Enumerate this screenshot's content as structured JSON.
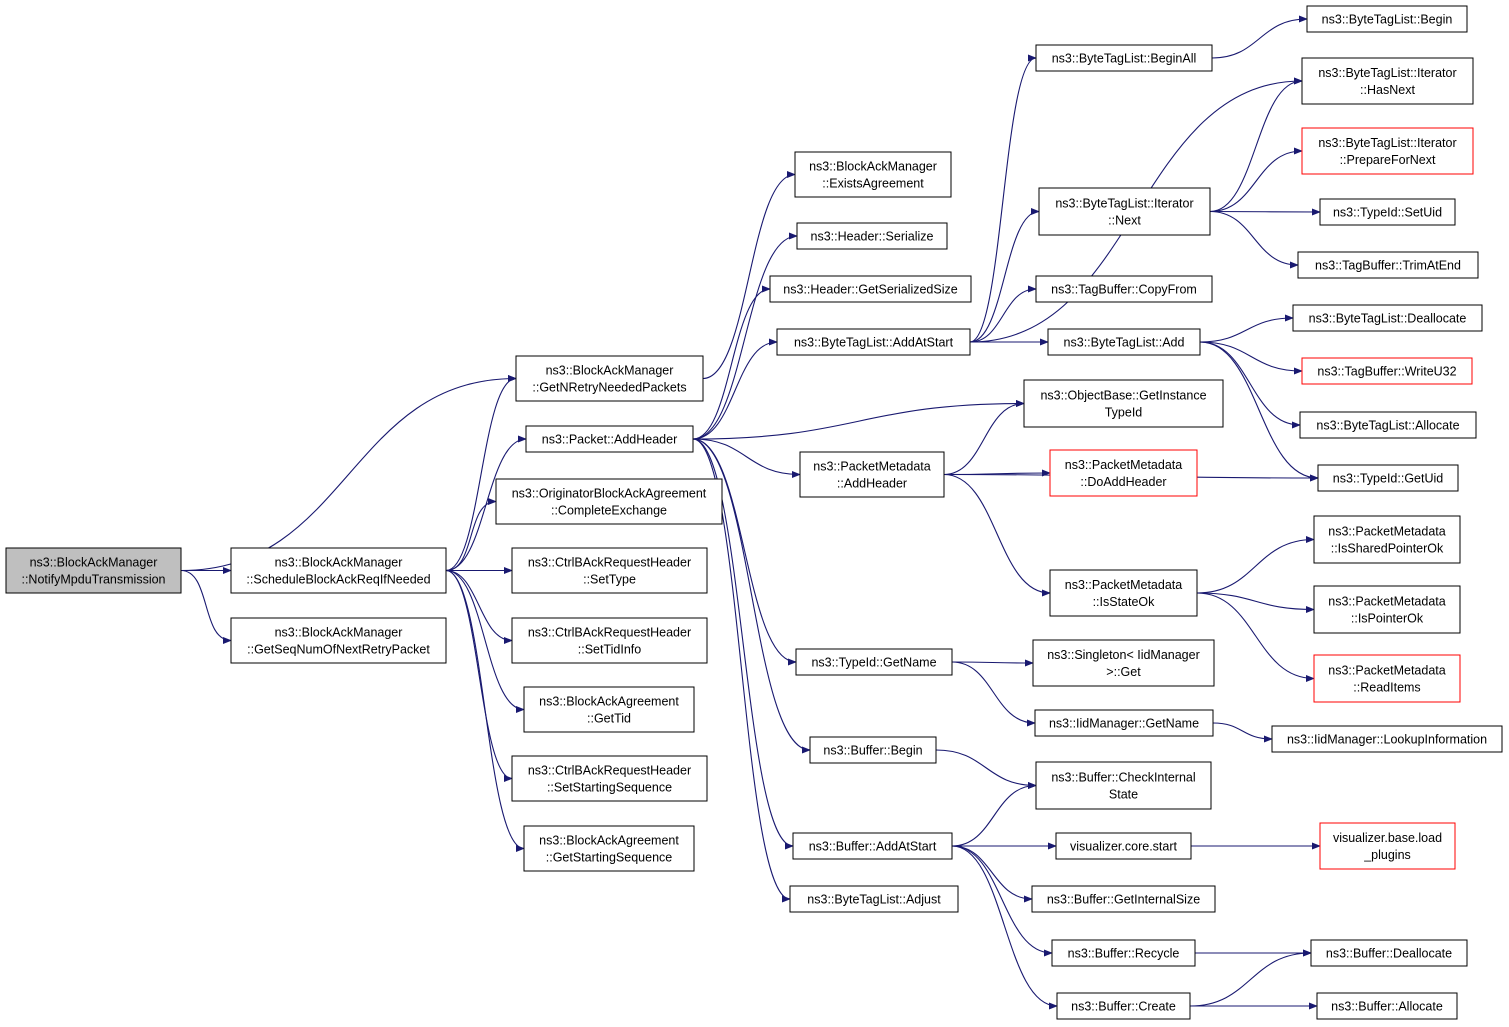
{
  "colors": {
    "edge": "#191970",
    "node_border": "#000000",
    "node_border_external": "#ff0000",
    "root_fill": "#bfbfbf",
    "node_fill": "#ffffff"
  },
  "nodes": [
    {
      "id": "root",
      "lines": [
        "ns3::BlockAckManager",
        "::NotifyMpduTransmission"
      ],
      "root": true
    },
    {
      "id": "sched",
      "lines": [
        "ns3::BlockAckManager",
        "::ScheduleBlockAckReqIfNeeded"
      ]
    },
    {
      "id": "getseq",
      "lines": [
        "ns3::BlockAckManager",
        "::GetSeqNumOfNextRetryPacket"
      ]
    },
    {
      "id": "getnretry",
      "lines": [
        "ns3::BlockAckManager",
        "::GetNRetryNeededPackets"
      ]
    },
    {
      "id": "addheader",
      "lines": [
        "ns3::Packet::AddHeader"
      ]
    },
    {
      "id": "complete",
      "lines": [
        "ns3::OriginatorBlockAckAgreement",
        "::CompleteExchange"
      ]
    },
    {
      "id": "settype",
      "lines": [
        "ns3::CtrlBAckRequestHeader",
        "::SetType"
      ]
    },
    {
      "id": "settid",
      "lines": [
        "ns3::CtrlBAckRequestHeader",
        "::SetTidInfo"
      ]
    },
    {
      "id": "gettid",
      "lines": [
        "ns3::BlockAckAgreement",
        "::GetTid"
      ]
    },
    {
      "id": "setstart",
      "lines": [
        "ns3::CtrlBAckRequestHeader",
        "::SetStartingSequence"
      ]
    },
    {
      "id": "getstart",
      "lines": [
        "ns3::BlockAckAgreement",
        "::GetStartingSequence"
      ]
    },
    {
      "id": "exists",
      "lines": [
        "ns3::BlockAckManager",
        "::ExistsAgreement"
      ]
    },
    {
      "id": "hserialize",
      "lines": [
        "ns3::Header::Serialize"
      ]
    },
    {
      "id": "hgetsize",
      "lines": [
        "ns3::Header::GetSerializedSize"
      ]
    },
    {
      "id": "btladdatstart",
      "lines": [
        "ns3::ByteTagList::AddAtStart"
      ]
    },
    {
      "id": "pmaddheader",
      "lines": [
        "ns3::PacketMetadata",
        "::AddHeader"
      ]
    },
    {
      "id": "tidgetname",
      "lines": [
        "ns3::TypeId::GetName"
      ]
    },
    {
      "id": "bufbegin",
      "lines": [
        "ns3::Buffer::Begin"
      ]
    },
    {
      "id": "bufaddatstart",
      "lines": [
        "ns3::Buffer::AddAtStart"
      ]
    },
    {
      "id": "btladjust",
      "lines": [
        "ns3::ByteTagList::Adjust"
      ]
    },
    {
      "id": "beginall",
      "lines": [
        "ns3::ByteTagList::BeginAll"
      ]
    },
    {
      "id": "itnext",
      "lines": [
        "ns3::ByteTagList::Iterator",
        "::Next"
      ]
    },
    {
      "id": "tbcopy",
      "lines": [
        "ns3::TagBuffer::CopyFrom"
      ]
    },
    {
      "id": "btladd",
      "lines": [
        "ns3::ByteTagList::Add"
      ]
    },
    {
      "id": "obgetinst",
      "lines": [
        "ns3::ObjectBase::GetInstance",
        "TypeId"
      ]
    },
    {
      "id": "pmdoadd",
      "lines": [
        "ns3::PacketMetadata",
        "::DoAddHeader"
      ],
      "red": true
    },
    {
      "id": "pmisstate",
      "lines": [
        "ns3::PacketMetadata",
        "::IsStateOk"
      ]
    },
    {
      "id": "singleton",
      "lines": [
        "ns3::Singleton< IidManager",
        ">::Get"
      ]
    },
    {
      "id": "iidgetname",
      "lines": [
        "ns3::IidManager::GetName"
      ]
    },
    {
      "id": "bufcheck",
      "lines": [
        "ns3::Buffer::CheckInternal",
        "State"
      ]
    },
    {
      "id": "vizstart",
      "lines": [
        "visualizer.core.start"
      ]
    },
    {
      "id": "bufgetinternal",
      "lines": [
        "ns3::Buffer::GetInternalSize"
      ]
    },
    {
      "id": "bufrecycle",
      "lines": [
        "ns3::Buffer::Recycle"
      ]
    },
    {
      "id": "bufcreate",
      "lines": [
        "ns3::Buffer::Create"
      ]
    },
    {
      "id": "btlbegin",
      "lines": [
        "ns3::ByteTagList::Begin"
      ]
    },
    {
      "id": "ithasnext",
      "lines": [
        "ns3::ByteTagList::Iterator",
        "::HasNext"
      ]
    },
    {
      "id": "itprepare",
      "lines": [
        "ns3::ByteTagList::Iterator",
        "::PrepareForNext"
      ],
      "red": true
    },
    {
      "id": "tidsetuid",
      "lines": [
        "ns3::TypeId::SetUid"
      ]
    },
    {
      "id": "tbtrim",
      "lines": [
        "ns3::TagBuffer::TrimAtEnd"
      ]
    },
    {
      "id": "btldealloc",
      "lines": [
        "ns3::ByteTagList::Deallocate"
      ]
    },
    {
      "id": "tbwrite",
      "lines": [
        "ns3::TagBuffer::WriteU32"
      ],
      "red": true
    },
    {
      "id": "btlalloc",
      "lines": [
        "ns3::ByteTagList::Allocate"
      ]
    },
    {
      "id": "tidgetuid",
      "lines": [
        "ns3::TypeId::GetUid"
      ]
    },
    {
      "id": "pmshared",
      "lines": [
        "ns3::PacketMetadata",
        "::IsSharedPointerOk"
      ]
    },
    {
      "id": "pmpointer",
      "lines": [
        "ns3::PacketMetadata",
        "::IsPointerOk"
      ]
    },
    {
      "id": "pmread",
      "lines": [
        "ns3::PacketMetadata",
        "::ReadItems"
      ],
      "red": true
    },
    {
      "id": "iidlookup",
      "lines": [
        "ns3::IidManager::LookupInformation"
      ]
    },
    {
      "id": "vizload",
      "lines": [
        "visualizer.base.load",
        "_plugins"
      ],
      "red": true
    },
    {
      "id": "bufdealloc",
      "lines": [
        "ns3::Buffer::Deallocate"
      ]
    },
    {
      "id": "bufalloc",
      "lines": [
        "ns3::Buffer::Allocate"
      ]
    }
  ],
  "edges": [
    [
      "root",
      "getnretry"
    ],
    [
      "root",
      "sched"
    ],
    [
      "root",
      "getseq"
    ],
    [
      "sched",
      "getnretry"
    ],
    [
      "sched",
      "addheader"
    ],
    [
      "sched",
      "complete"
    ],
    [
      "sched",
      "settype"
    ],
    [
      "sched",
      "settid"
    ],
    [
      "sched",
      "gettid"
    ],
    [
      "sched",
      "setstart"
    ],
    [
      "sched",
      "getstart"
    ],
    [
      "getnretry",
      "exists"
    ],
    [
      "addheader",
      "hserialize"
    ],
    [
      "addheader",
      "hgetsize"
    ],
    [
      "addheader",
      "btladdatstart"
    ],
    [
      "addheader",
      "obgetinst"
    ],
    [
      "addheader",
      "pmaddheader"
    ],
    [
      "addheader",
      "tidgetname"
    ],
    [
      "addheader",
      "bufbegin"
    ],
    [
      "addheader",
      "bufaddatstart"
    ],
    [
      "addheader",
      "btladjust"
    ],
    [
      "btladdatstart",
      "beginall"
    ],
    [
      "btladdatstart",
      "ithasnext"
    ],
    [
      "btladdatstart",
      "itnext"
    ],
    [
      "btladdatstart",
      "tbcopy"
    ],
    [
      "btladdatstart",
      "btladd"
    ],
    [
      "beginall",
      "btlbegin"
    ],
    [
      "itnext",
      "ithasnext"
    ],
    [
      "itnext",
      "itprepare"
    ],
    [
      "itnext",
      "tidsetuid"
    ],
    [
      "itnext",
      "tbtrim"
    ],
    [
      "btladd",
      "btldealloc"
    ],
    [
      "btladd",
      "tbwrite"
    ],
    [
      "btladd",
      "btlalloc"
    ],
    [
      "btladd",
      "tidgetuid"
    ],
    [
      "pmaddheader",
      "obgetinst"
    ],
    [
      "pmaddheader",
      "pmdoadd"
    ],
    [
      "pmaddheader",
      "tidgetuid"
    ],
    [
      "pmaddheader",
      "pmisstate"
    ],
    [
      "pmisstate",
      "pmshared"
    ],
    [
      "pmisstate",
      "pmpointer"
    ],
    [
      "pmisstate",
      "pmread"
    ],
    [
      "tidgetname",
      "singleton"
    ],
    [
      "tidgetname",
      "iidgetname"
    ],
    [
      "iidgetname",
      "iidlookup"
    ],
    [
      "bufbegin",
      "bufcheck"
    ],
    [
      "bufaddatstart",
      "bufcheck"
    ],
    [
      "bufaddatstart",
      "vizstart"
    ],
    [
      "bufaddatstart",
      "bufgetinternal"
    ],
    [
      "bufaddatstart",
      "bufrecycle"
    ],
    [
      "bufaddatstart",
      "bufcreate"
    ],
    [
      "vizstart",
      "vizload"
    ],
    [
      "bufrecycle",
      "bufdealloc"
    ],
    [
      "bufcreate",
      "bufdealloc"
    ],
    [
      "bufcreate",
      "bufalloc"
    ]
  ]
}
